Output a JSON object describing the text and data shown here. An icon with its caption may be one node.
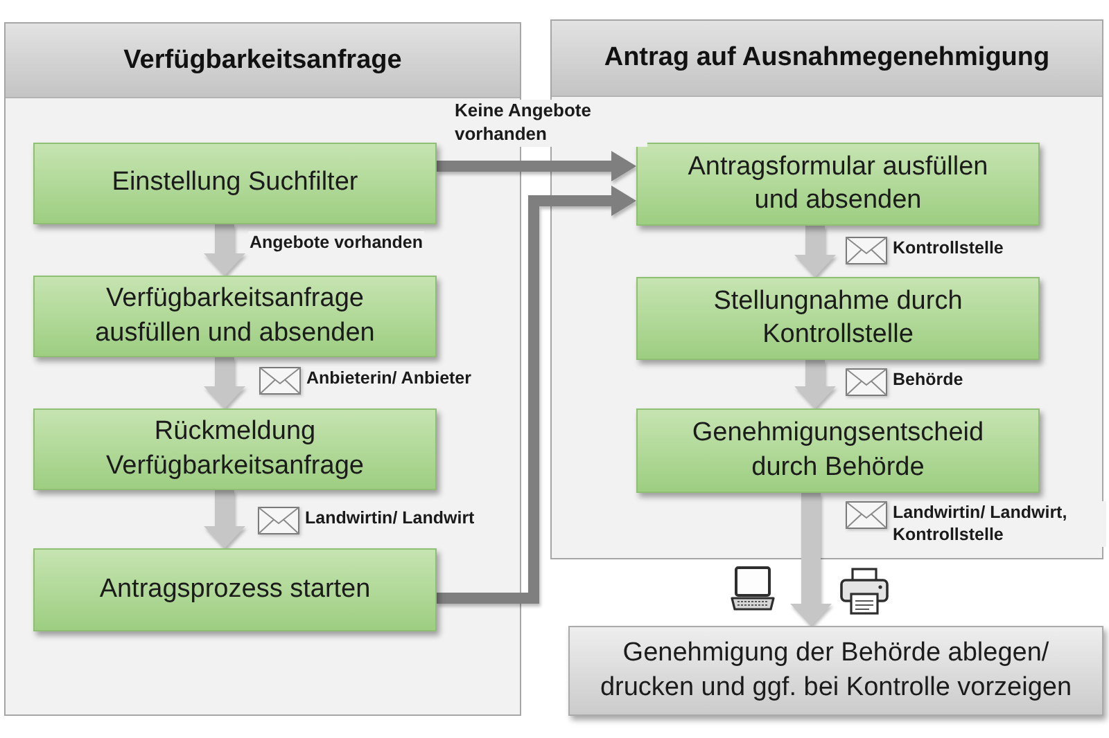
{
  "diagram": {
    "nodes": [
      {
        "text": [
          "Verfügbarkeitsanfrage"
        ]
      },
      {
        "text": [
          "Einstellung Suchfilter"
        ],
        "in": 0
      },
      {
        "text": [
          "Verfügbarkeitsanfrage ausfüllen und absenden"
        ],
        "in": 0
      },
      {
        "text": [
          "Rückmeldung Verfügbarkeitsanfrage"
        ],
        "in": 0
      },
      {
        "text": [
          "Antragsprozess starten"
        ],
        "in": 0
      },
      {
        "text": [
          "Antrag auf Ausnahmegenehmigung"
        ]
      },
      {
        "text": [
          "Antragsformular ausfüllen und absenden"
        ],
        "in": 5
      },
      {
        "text": [
          "Stellungnahme durch Kontrollstelle"
        ],
        "in": 5
      },
      {
        "text": [
          "Genehmigungsentscheid durch Behörde"
        ],
        "in": 5
      },
      {
        "text": [
          "Genehmigung der Behörde ablegen/ drucken und ggf. bei Kontrolle vorzeigen"
        ]
      }
    ],
    "edges": [
      {
        "from": 1,
        "to": 2,
        "arrow": "to",
        "label": "Angebote vorhanden"
      },
      {
        "from": 2,
        "to": 3,
        "arrow": "to",
        "label": "Anbieterin/ Anbieter"
      },
      {
        "from": 3,
        "to": 4,
        "arrow": "to",
        "label": "Landwirtin/ Landwirt"
      },
      {
        "from": 1,
        "to": 6,
        "arrow": "to",
        "label": "Keine Angebote vorhanden",
        "color": "#7f7f7f"
      },
      {
        "from": 4,
        "to": 6,
        "arrow": "to",
        "color": "#7f7f7f"
      },
      {
        "from": 6,
        "to": 7,
        "arrow": "to",
        "label": "Kontrollstelle"
      },
      {
        "from": 7,
        "to": 8,
        "arrow": "to",
        "label": "Behörde"
      },
      {
        "from": 8,
        "to": 9,
        "arrow": "to",
        "label": "Landwirtin/ Landwirt, Kontrollstelle"
      }
    ]
  }
}
